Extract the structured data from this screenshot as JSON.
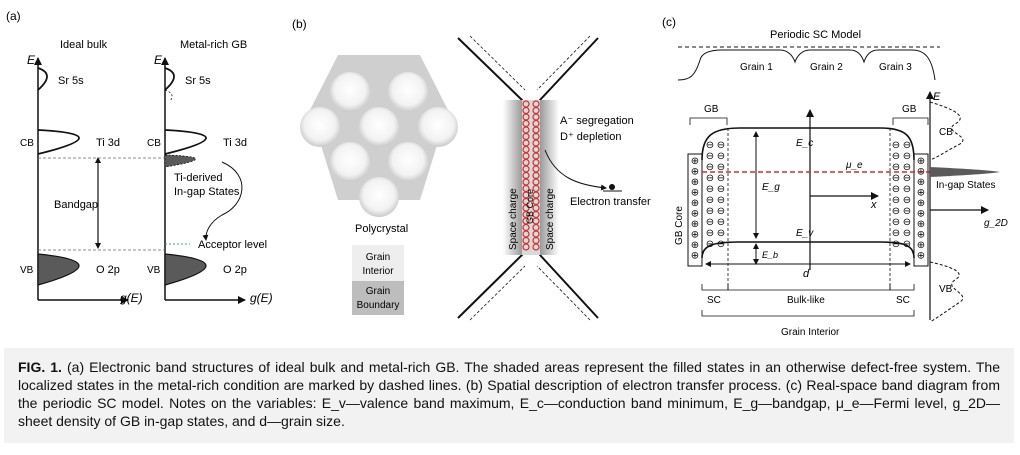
{
  "panel_a": {
    "label": "(a)",
    "left_title": "Ideal bulk",
    "right_title": "Metal-rich GB",
    "axis_e": "E",
    "sr5s": "Sr 5s",
    "ti3d": "Ti 3d",
    "o2p": "O 2p",
    "cb": "CB",
    "vb": "VB",
    "bandgap": "Bandgap",
    "ingap_line1": "Ti-derived",
    "ingap_line2": "In-gap States",
    "acceptor": "Acceptor level",
    "g_axis": "g(E)"
  },
  "panel_b": {
    "label": "(b)",
    "polycrystal": "Polycrystal",
    "legend_interior_1": "Grain",
    "legend_interior_2": "Interior",
    "legend_boundary_1": "Grain",
    "legend_boundary_2": "Boundary",
    "space_charge": "Space charge",
    "gb_core": "GB Core",
    "a_segregation": "A⁻ segregation",
    "d_depletion": "D⁺ depletion",
    "electron_transfer": "Electron transfer",
    "minus_symbol": "⊖",
    "plus_symbol": "⊕"
  },
  "panel_c": {
    "label": "(c)",
    "title": "Periodic SC Model",
    "grain1": "Grain 1",
    "grain2": "Grain 2",
    "grain3": "Grain 3",
    "gb": "GB",
    "gb_core": "GB Core",
    "ec": "E_c",
    "ev": "E_v",
    "eg": "E_g",
    "eb": "E_b",
    "mu": "μ_e",
    "x": "x",
    "d": "d",
    "sc": "SC",
    "bulk": "Bulk-like",
    "grain_interior": "Grain Interior",
    "e_axis": "E",
    "cb": "CB",
    "vb": "VB",
    "ingap": "In-gap States",
    "g2d": "g_2D"
  },
  "caption": {
    "fig": "FIG. 1.",
    "text": " (a) Electronic band structures of ideal bulk and metal-rich GB. The shaded areas represent the filled states in an otherwise defect-free system. The localized states in the metal-rich condition are marked by dashed lines. (b) Spatial description of electron transfer process. (c) Real-space band diagram from the periodic SC model. Notes on the variables: E_v—valence band maximum, E_c—conduction band minimum, E_g—bandgap, μ_e—Fermi level, g_2D—sheet density of GB in-gap states, and d—grain size."
  },
  "colors": {
    "shade": "#5a5a5a",
    "red": "#d42a2a",
    "caption_bg": "#f2f2f2"
  }
}
